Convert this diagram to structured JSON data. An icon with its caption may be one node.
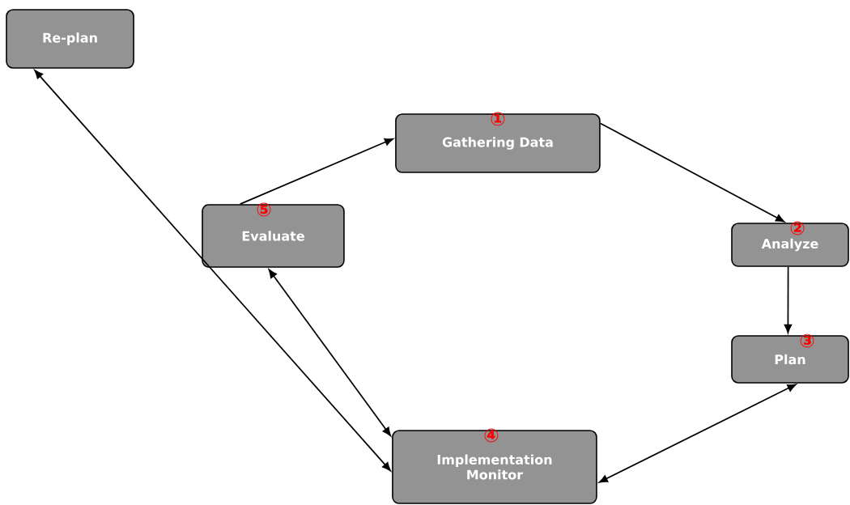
{
  "diagram": {
    "nodes": [
      {
        "text": [
          "Re-plan"
        ]
      },
      {
        "text": [
          "①",
          "Gathering Data"
        ]
      },
      {
        "text": [
          "⑤",
          "Evaluate"
        ]
      },
      {
        "text": [
          "②",
          "Analyze"
        ]
      },
      {
        "text": [
          "③",
          "Plan"
        ]
      },
      {
        "text": [
          "④",
          "Implementation Monitor"
        ]
      }
    ],
    "edges": [
      {
        "from": 2,
        "to": 1,
        "arrow": "to"
      },
      {
        "from": 1,
        "to": 3,
        "arrow": "to"
      },
      {
        "from": 3,
        "to": 4,
        "arrow": "to"
      },
      {
        "from": 4,
        "to": 5,
        "arrow": "both"
      },
      {
        "from": 5,
        "to": 2,
        "arrow": "both"
      },
      {
        "from": 0,
        "to": 5,
        "arrow": "both"
      }
    ]
  }
}
